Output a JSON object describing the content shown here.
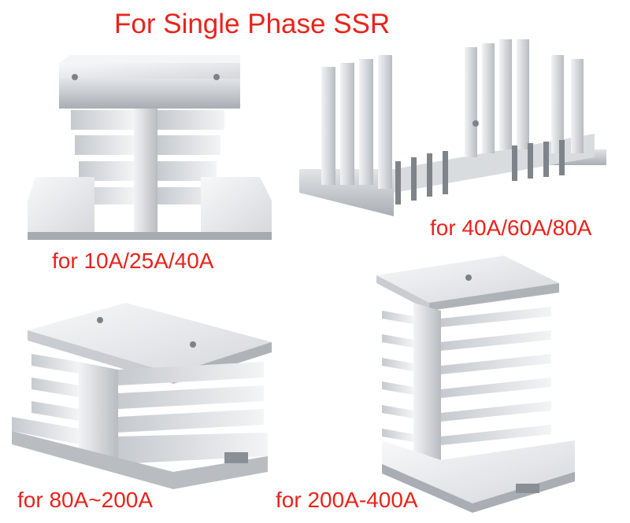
{
  "title": "For Single Phase SSR",
  "products": [
    {
      "label": "for 10A/25A/40A"
    },
    {
      "label": "for 40A/60A/80A"
    },
    {
      "label": "for 80A~200A"
    },
    {
      "label": "for 200A-400A"
    }
  ],
  "colors": {
    "title": "#e8231b",
    "label": "#e8231b",
    "metal_light": "#eef0f2",
    "metal_mid": "#d3d6da",
    "metal_dark": "#9ea3a9",
    "background": "#ffffff"
  }
}
